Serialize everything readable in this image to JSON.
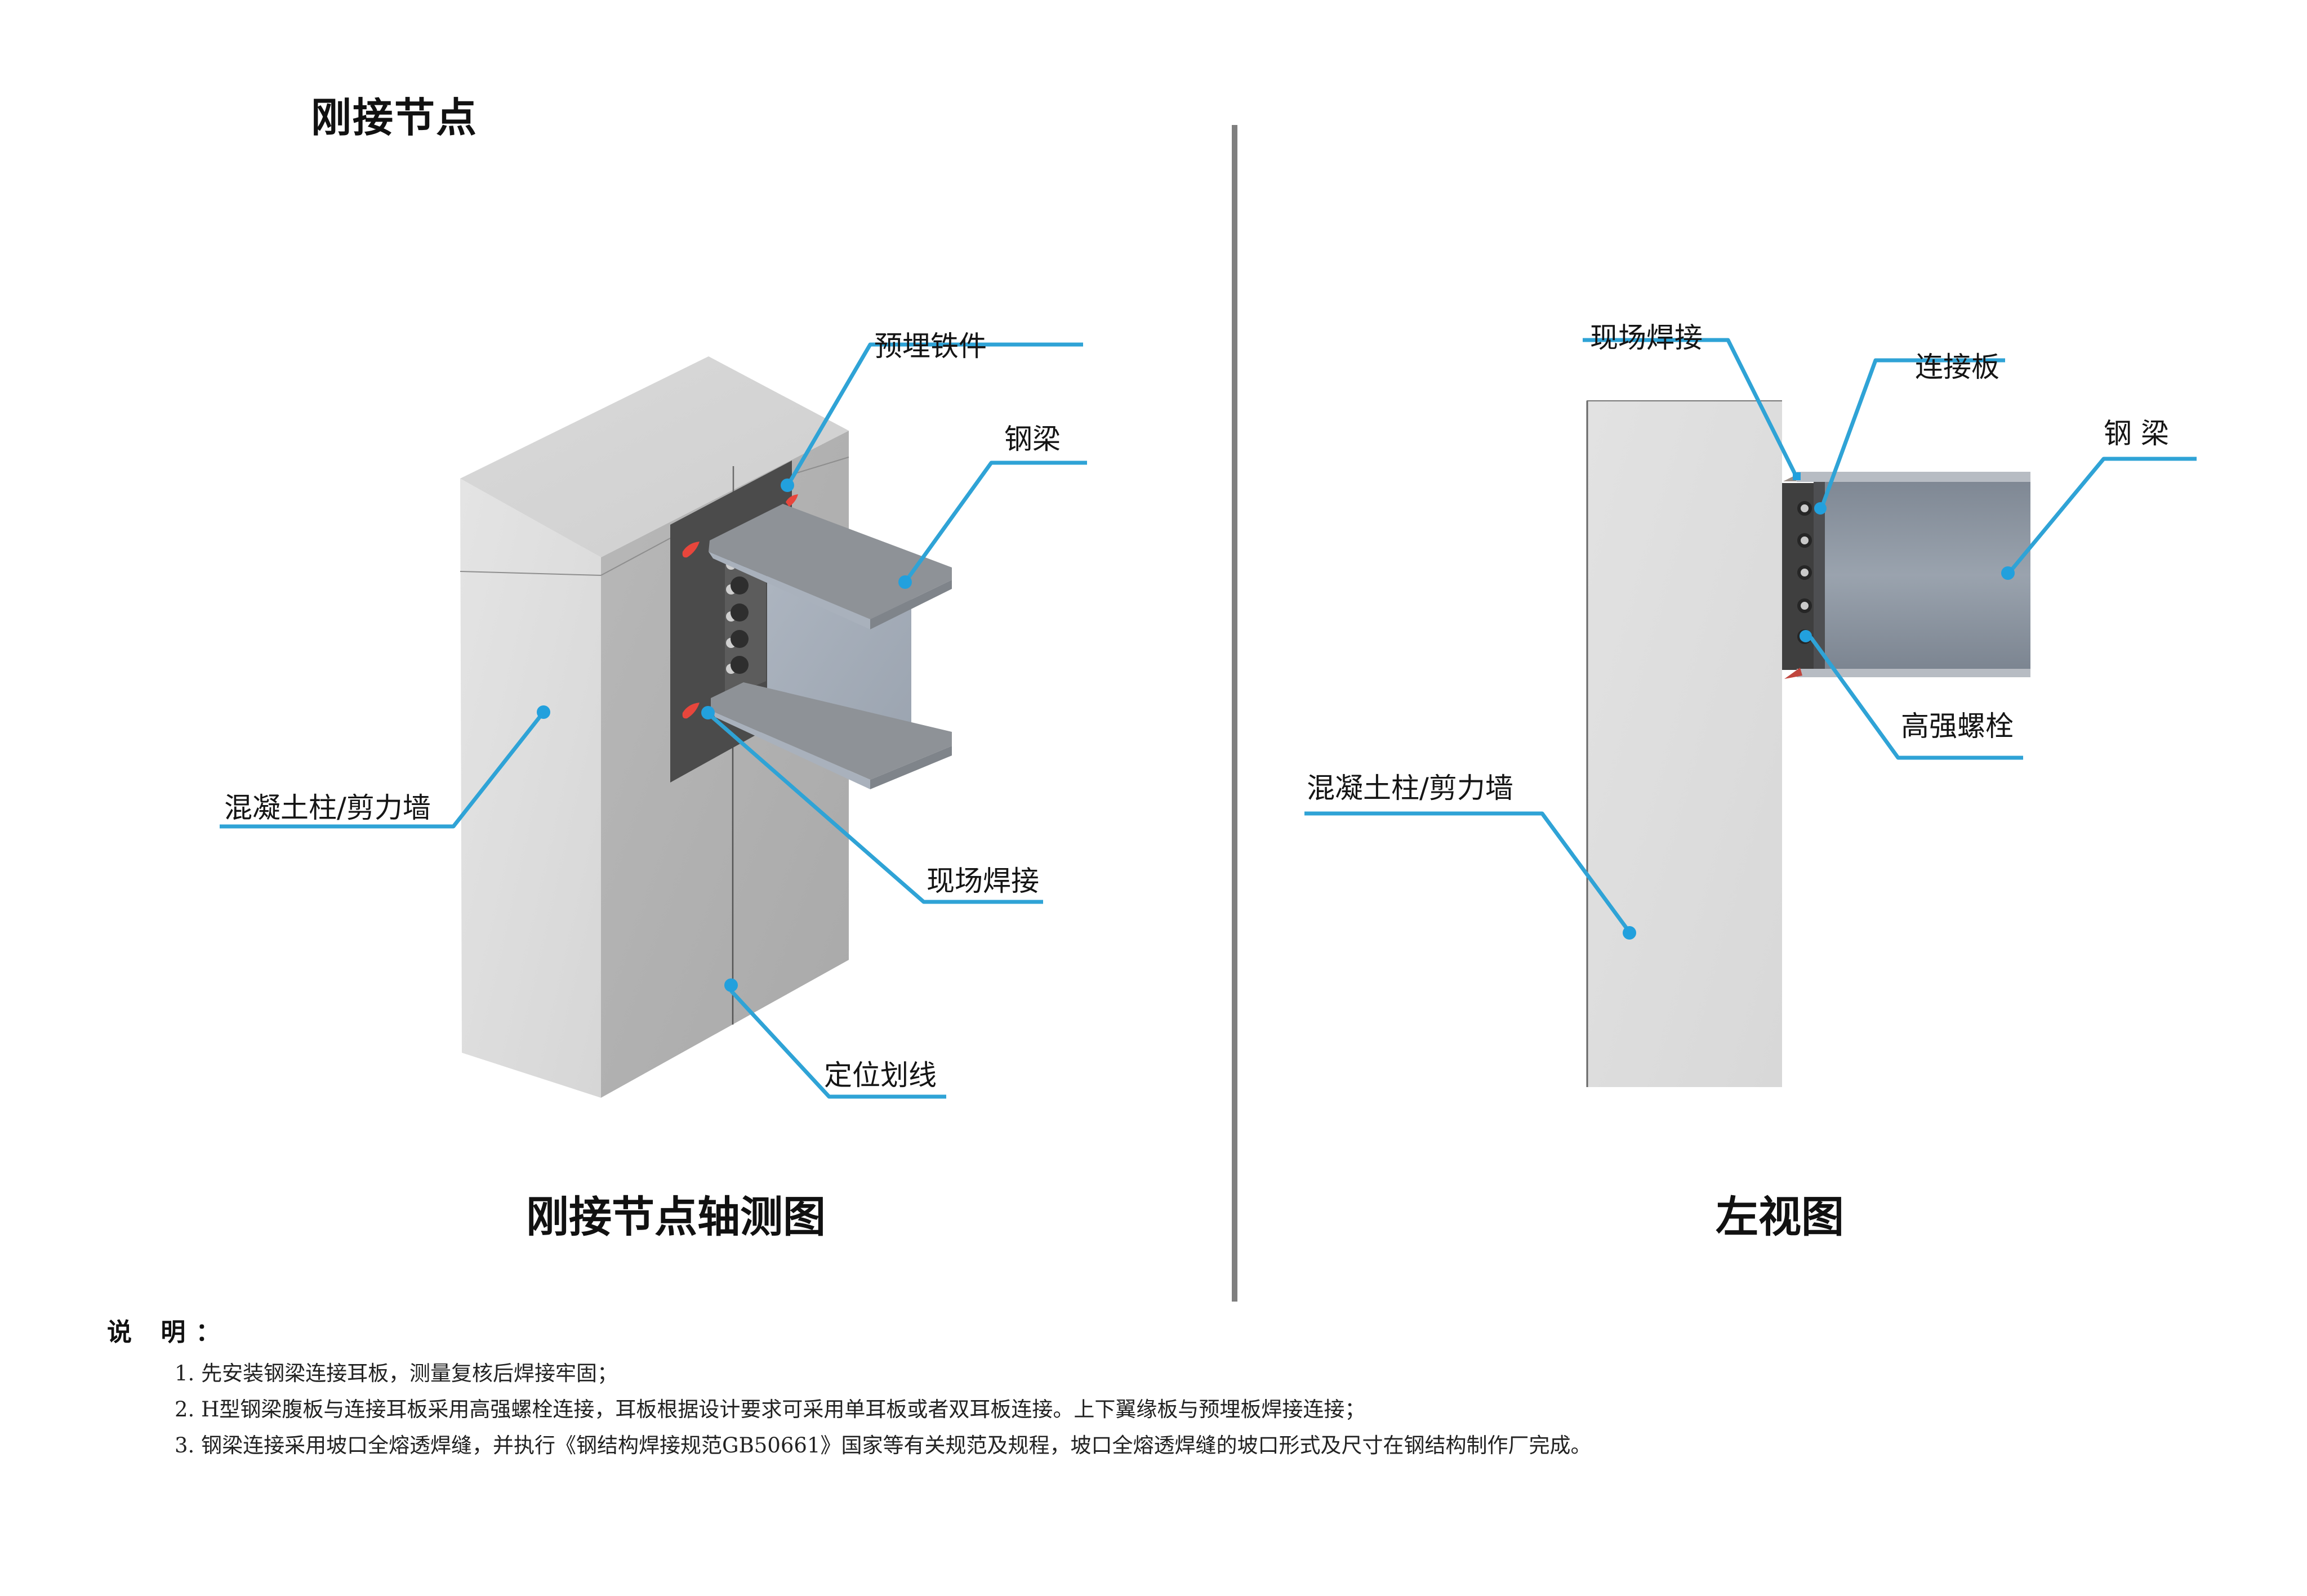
{
  "page": {
    "title": "刚接节点"
  },
  "colors": {
    "callout_line": "#2fa3d6",
    "concrete_light": "#dedede",
    "concrete_mid": "#c9c9c9",
    "concrete_dark": "#ababab",
    "embedded_plate": "#4a4a4a",
    "steel_flange": "#8f9398",
    "steel_web": "#a8b0bb",
    "weld": "#e8463c",
    "divider": "#7f7f7f"
  },
  "isometric_view": {
    "caption": "刚接节点轴测图",
    "callouts": [
      {
        "id": "embedded-steel",
        "label": "预埋铁件"
      },
      {
        "id": "steel-beam",
        "label": "钢梁"
      },
      {
        "id": "concrete-column",
        "label": "混凝土柱/剪力墙"
      },
      {
        "id": "site-weld",
        "label": "现场焊接"
      },
      {
        "id": "layout-line",
        "label": "定位划线"
      }
    ],
    "bolt_count": 5
  },
  "left_view": {
    "caption": "左视图",
    "callouts": [
      {
        "id": "site-weld",
        "label": "现场焊接"
      },
      {
        "id": "connection-plate",
        "label": "连接板"
      },
      {
        "id": "steel-beam",
        "label": "钢  梁"
      },
      {
        "id": "high-strength-bolt",
        "label": "高强螺栓"
      },
      {
        "id": "concrete-column",
        "label": "混凝土柱/剪力墙"
      }
    ],
    "bolt_count": 5
  },
  "notes": {
    "title": "说 明：",
    "items": [
      "1. 先安装钢梁连接耳板，测量复核后焊接牢固；",
      "2. H型钢梁腹板与连接耳板采用高强螺栓连接，耳板根据设计要求可采用单耳板或者双耳板连接。上下翼缘板与预埋板焊接连接；",
      "3. 钢梁连接采用坡口全熔透焊缝，并执行《钢结构焊接规范GB50661》国家等有关规范及规程，坡口全熔透焊缝的坡口形式及尺寸在钢结构制作厂完成。"
    ]
  }
}
